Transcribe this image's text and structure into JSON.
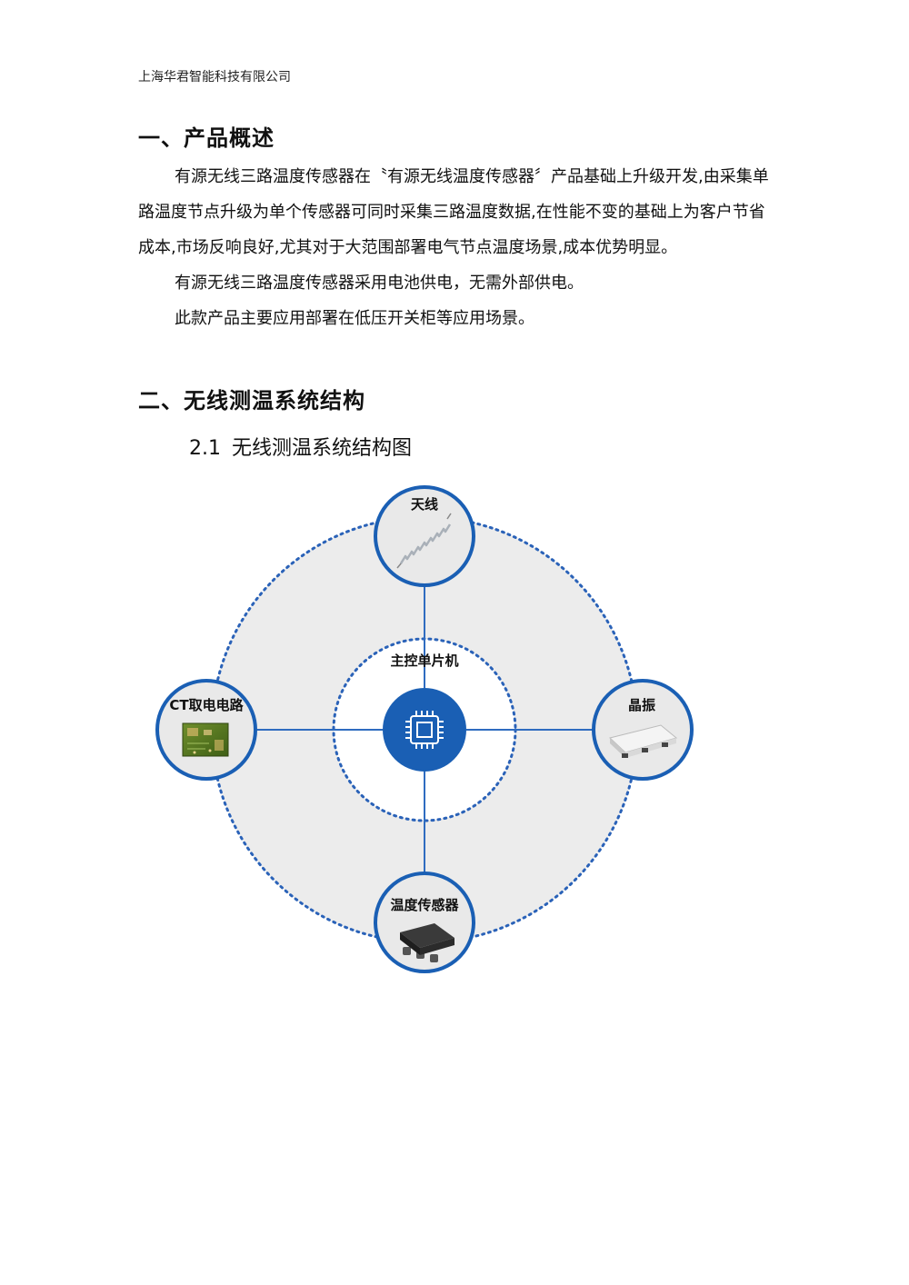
{
  "header": {
    "company": "上海华君智能科技有限公司"
  },
  "section1": {
    "title": "一、产品概述",
    "paragraphs": [
      "有源无线三路温度传感器在〝有源无线温度传感器〞产品基础上升级开发,由采集单路温度节点升级为单个传感器可同时采集三路温度数据,在性能不变的基础上为客户节省成本,市场反响良好,尤其对于大范围部署电气节点温度场景,成本优势明显。",
      "有源无线三路温度传感器采用电池供电，无需外部供电。",
      "此款产品主要应用部署在低压开关柜等应用场景。"
    ]
  },
  "section2": {
    "title": "二、无线测温系统结构",
    "subsection": {
      "number": "2.1",
      "title": "无线测温系统结构图"
    }
  },
  "diagram": {
    "center_label": "主控单片机",
    "nodes": {
      "top": "天线",
      "right": "晶振",
      "bottom": "温度传感器",
      "left": "CT取电电路"
    },
    "colors": {
      "accent": "#1a5fb4",
      "ring_bg": "#ececec",
      "dots": "#2a62b8"
    }
  }
}
